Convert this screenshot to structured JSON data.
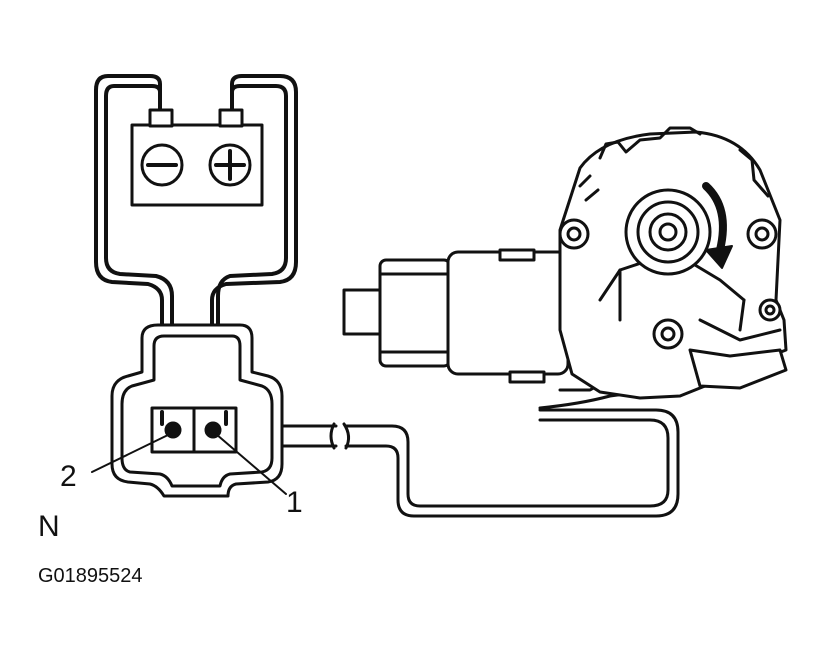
{
  "labels": {
    "terminal_1": "1",
    "terminal_2": "2",
    "view_letter": "N",
    "figure_code": "G01895524"
  },
  "battery": {
    "negative_symbol": "minus-icon",
    "positive_symbol": "plus-icon"
  },
  "colors": {
    "ink": "#111111",
    "background": "#ffffff"
  }
}
